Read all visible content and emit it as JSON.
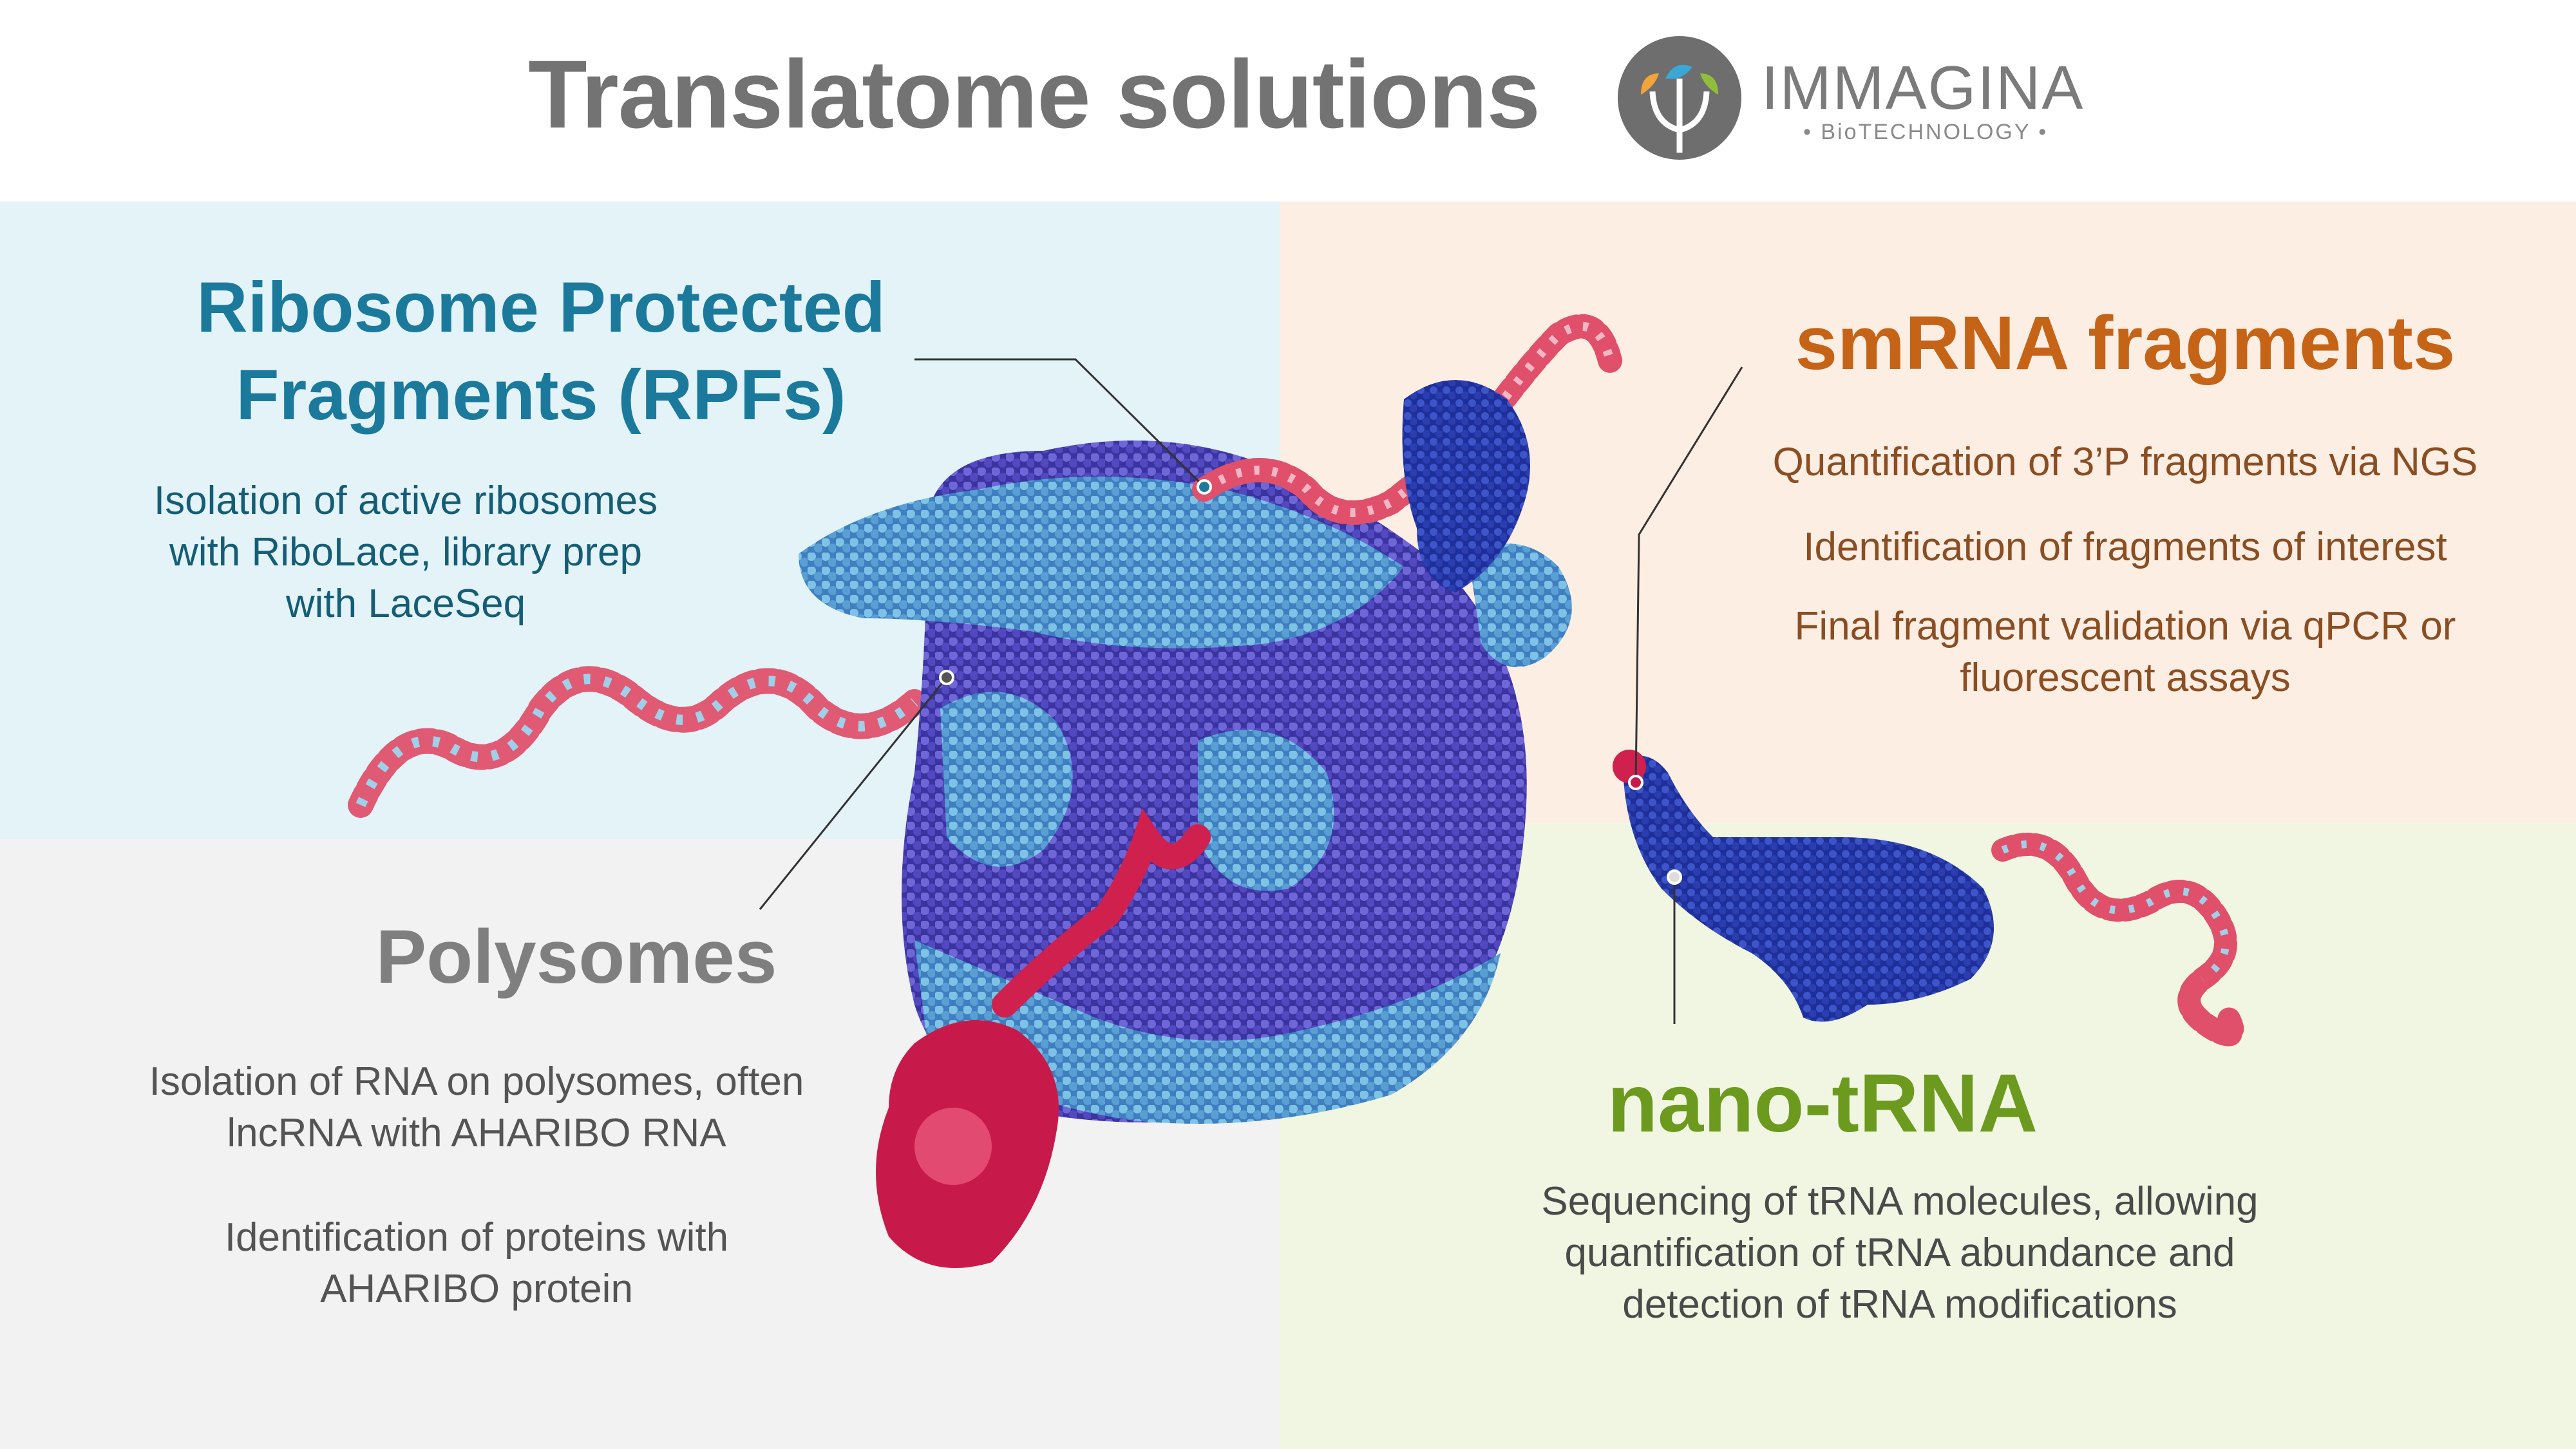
{
  "header": {
    "title": "Translatome solutions",
    "logo_name": "IMMAGINA",
    "logo_sub": "• BioTECHNOLOGY •"
  },
  "rpf": {
    "heading": "Ribosome Protected Fragments (RPFs)",
    "lines": [
      "Isolation of active ribosomes",
      "with RiboLace, library prep",
      "with LaceSeq"
    ]
  },
  "smrna": {
    "heading": "smRNA fragments",
    "items": [
      "Quantification of 3’P fragments via NGS",
      "Identification of fragments of interest",
      "Final fragment validation via qPCR or fluorescent assays"
    ]
  },
  "polysomes": {
    "heading": "Polysomes",
    "para1": "Isolation of RNA on polysomes, often lncRNA with AHARIBO RNA",
    "para2": "Identification of proteins with AHARIBO protein"
  },
  "nano": {
    "heading": "nano-tRNA",
    "text": "Sequencing of tRNA molecules, allowing quantification of tRNA abundance and detection of tRNA modifications"
  },
  "colors": {
    "rpf_heading": "#1b7a9c",
    "smrna_heading": "#c56417",
    "polysomes_heading": "#7f7f7f",
    "nano_heading": "#6c9a1f",
    "ribosome_light": "#5aa9d6",
    "ribosome_dark": "#4a3fb8",
    "rna_red": "#d0204e"
  }
}
